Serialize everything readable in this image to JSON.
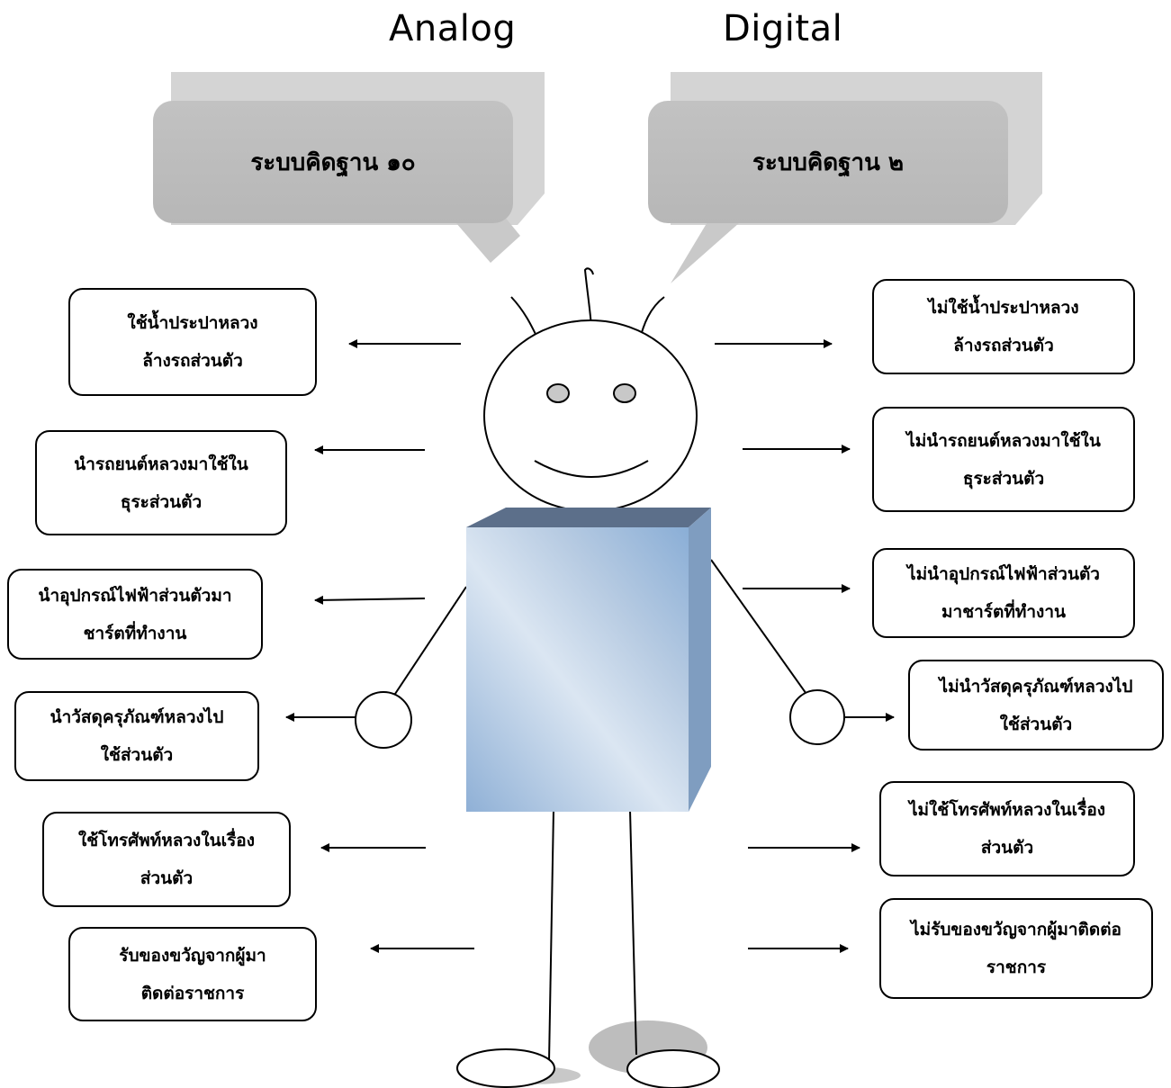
{
  "headings": {
    "analog": "Analog",
    "digital": "Digital"
  },
  "bubbles": {
    "analog": "ระบบคิดฐาน ๑๐",
    "digital": "ระบบคิดฐาน ๒"
  },
  "left_items": [
    "ใช้น้ำประปาหลวง\nล้างรถส่วนตัว",
    "นำรถยนต์หลวงมาใช้ใน\nธุระส่วนตัว",
    "นำอุปกรณ์ไฟฟ้าส่วนตัวมา\nชาร์ตที่ทำงาน",
    "นำวัสดุครุภัณฑ์หลวงไป\nใช้ส่วนตัว",
    "ใช้โทรศัพท์หลวงในเรื่อง\nส่วนตัว",
    "รับของขวัญจากผู้มา\nติดต่อราชการ"
  ],
  "right_items": [
    "ไม่ใช้น้ำประปาหลวง\nล้างรถส่วนตัว",
    "ไม่นำรถยนต์หลวงมาใช้ใน\nธุระส่วนตัว",
    "ไม่นำอุปกรณ์ไฟฟ้าส่วนตัว\nมาชาร์ตที่ทำงาน",
    "ไม่นำวัสดุครุภัณฑ์หลวงไป\nใช้ส่วนตัว",
    "ไม่ใช้โทรศัพท์หลวงในเรื่อง\nส่วนตัว",
    "ไม่รับของขวัญจากผู้มาติดต่อ\nราชการ"
  ]
}
